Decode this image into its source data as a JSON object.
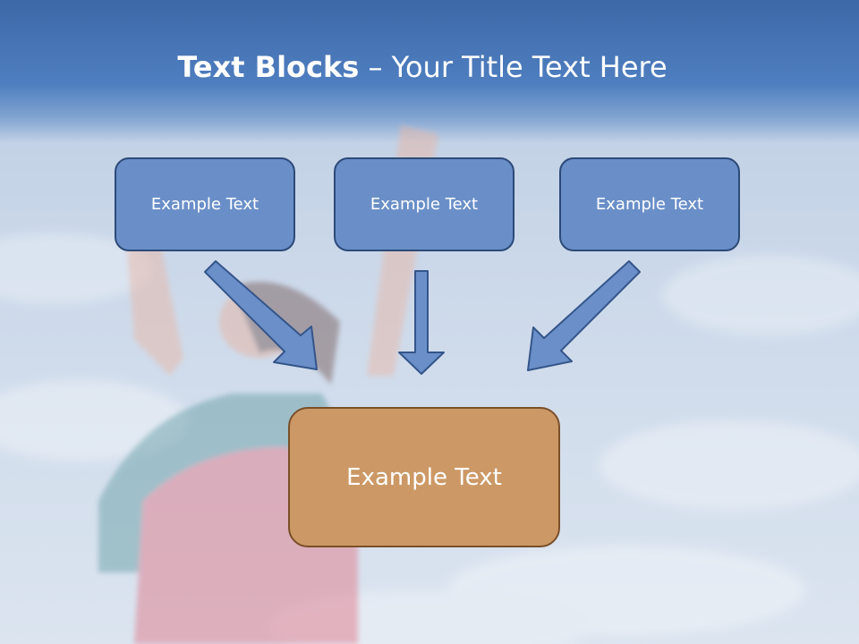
{
  "title": {
    "bold": "Text Blocks",
    "dash": "–",
    "rest": "Your Title Text Here"
  },
  "boxes": {
    "left": "Example Text",
    "middle": "Example Text",
    "right": "Example Text",
    "bottom": "Example Text"
  },
  "colors": {
    "header_blue": "#4f7fc0",
    "box_fill": "#6a8fc8",
    "box_border": "#2c4a78",
    "result_fill": "#cc9966",
    "result_border": "#7a4f28",
    "arrow_fill": "#6b8fc8",
    "arrow_stroke": "#34558a"
  }
}
